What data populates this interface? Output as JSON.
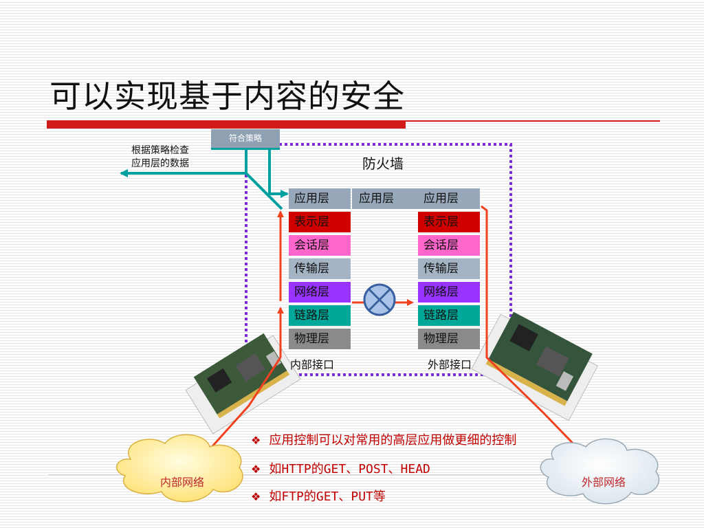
{
  "slide": {
    "title": "可以实现基于内容的安全",
    "colors": {
      "accent": "#d11a1a",
      "teal": "#00a0a0",
      "arrow": "#f0401e",
      "purple": "#7a28d8"
    }
  },
  "diagram": {
    "policy_label": "符合策略",
    "check_note_line1": "根据策略检查",
    "check_note_line2": "应用层的数据",
    "firewall_label": "防火墙",
    "proxy_layer": "应用层",
    "left_stack": [
      "应用层",
      "表示层",
      "会话层",
      "传输层",
      "网络层",
      "链路层",
      "物理层"
    ],
    "right_stack": [
      "应用层",
      "表示层",
      "会话层",
      "传输层",
      "网络层",
      "链路层",
      "物理层"
    ],
    "layer_colors": [
      "#97a8ba",
      "#d00000",
      "#ff66cc",
      "#a5b4c4",
      "#9933ff",
      "#00a89a",
      "#8a8a8a"
    ],
    "inner_interface": "内部接口",
    "outer_interface": "外部接口",
    "inner_network": "内部网络",
    "outer_network": "外部网络",
    "blocked_icon": "x-circle-icon",
    "nic_icon": "network-card-icon"
  },
  "bullets": [
    {
      "pre": "应用控制可以对常用的高层应用做更细的控制",
      "mono": ""
    },
    {
      "pre": "如",
      "mono": "HTTP的GET、POST、HEAD"
    },
    {
      "pre": "如",
      "mono": "FTP的GET、PUT等"
    }
  ]
}
